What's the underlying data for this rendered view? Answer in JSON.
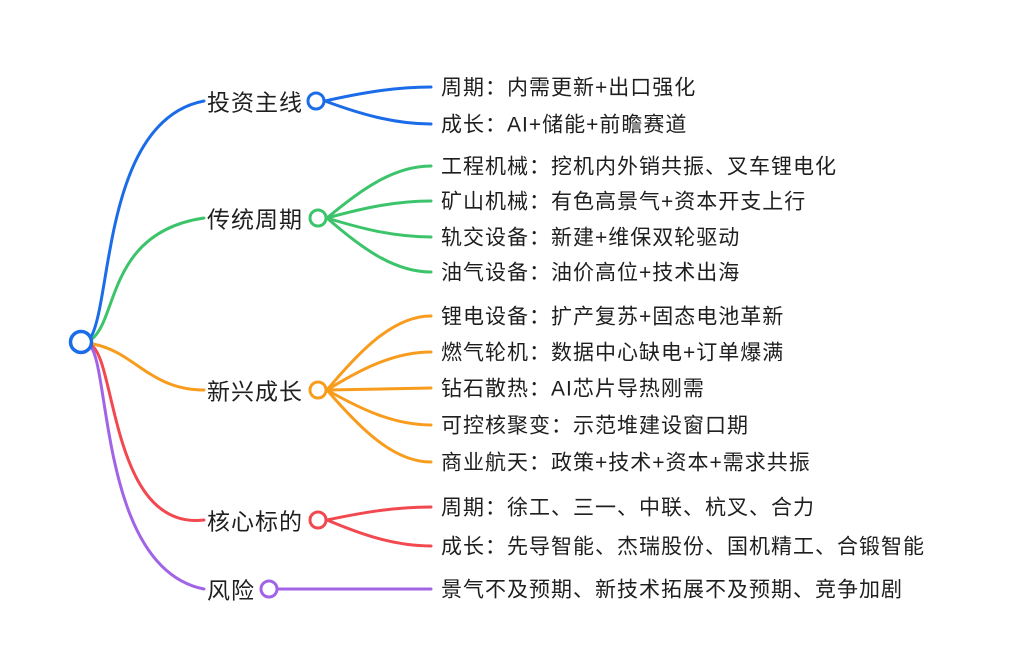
{
  "mindmap": {
    "root": {
      "shape": "circle-icon",
      "color": "#1b6ce8"
    },
    "branches": [
      {
        "label": "投资主线",
        "color": "#1b6ce8",
        "children": [
          "周期：内需更新+出口强化",
          "成长：AI+储能+前瞻赛道"
        ]
      },
      {
        "label": "传统周期",
        "color": "#3cc46a",
        "children": [
          "工程机械：挖机内外销共振、叉车锂电化",
          "矿山机械：有色高景气+资本开支上行",
          "轨交设备：新建+维保双轮驱动",
          "油气设备：油价高位+技术出海"
        ]
      },
      {
        "label": "新兴成长",
        "color": "#f89c1d",
        "children": [
          "锂电设备：扩产复苏+固态电池革新",
          "燃气轮机：数据中心缺电+订单爆满",
          "钻石散热：AI芯片导热刚需",
          "可控核聚变：示范堆建设窗口期",
          "商业航天：政策+技术+资本+需求共振"
        ]
      },
      {
        "label": "核心标的",
        "color": "#f2484f",
        "children": [
          "周期：徐工、三一、中联、杭叉、合力",
          "成长：先导智能、杰瑞股份、国机精工、合锻智能"
        ]
      },
      {
        "label": "风险",
        "color": "#a164e6",
        "children": [
          "景气不及预期、新技术拓展不及预期、竞争加剧"
        ]
      }
    ],
    "colors": {
      "background": "#ffffff",
      "text": "#1f1f1f"
    }
  }
}
